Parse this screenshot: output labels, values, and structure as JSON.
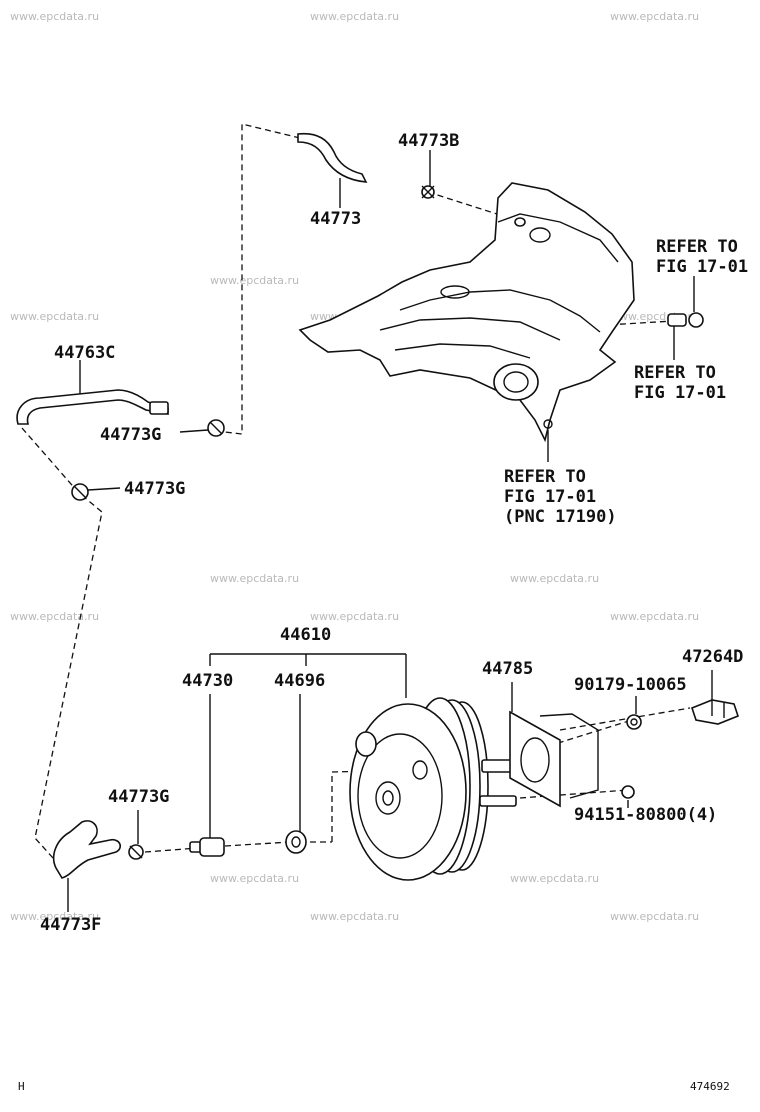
{
  "watermark": "www.epcdata.ru",
  "parts": {
    "p44773B": "44773B",
    "p44773": "44773",
    "p44763C": "44763C",
    "p44773G_a": "44773G",
    "p44773G_b": "44773G",
    "p44773G_c": "44773G",
    "p44610": "44610",
    "p44730": "44730",
    "p44696": "44696",
    "p44785": "44785",
    "p47264D": "47264D",
    "p90179": "90179-10065",
    "p94151": "94151-80800(4)",
    "p44773F": "44773F"
  },
  "refs": {
    "ref1_line1": "REFER TO",
    "ref1_line2": "FIG 17-01",
    "ref2_line1": "REFER TO",
    "ref2_line2": "FIG 17-01",
    "ref3_line1": "REFER TO",
    "ref3_line2": "FIG 17-01",
    "ref3_line3": "(PNC 17190)"
  },
  "footer": {
    "left_code": "H",
    "right_code": "474692"
  }
}
